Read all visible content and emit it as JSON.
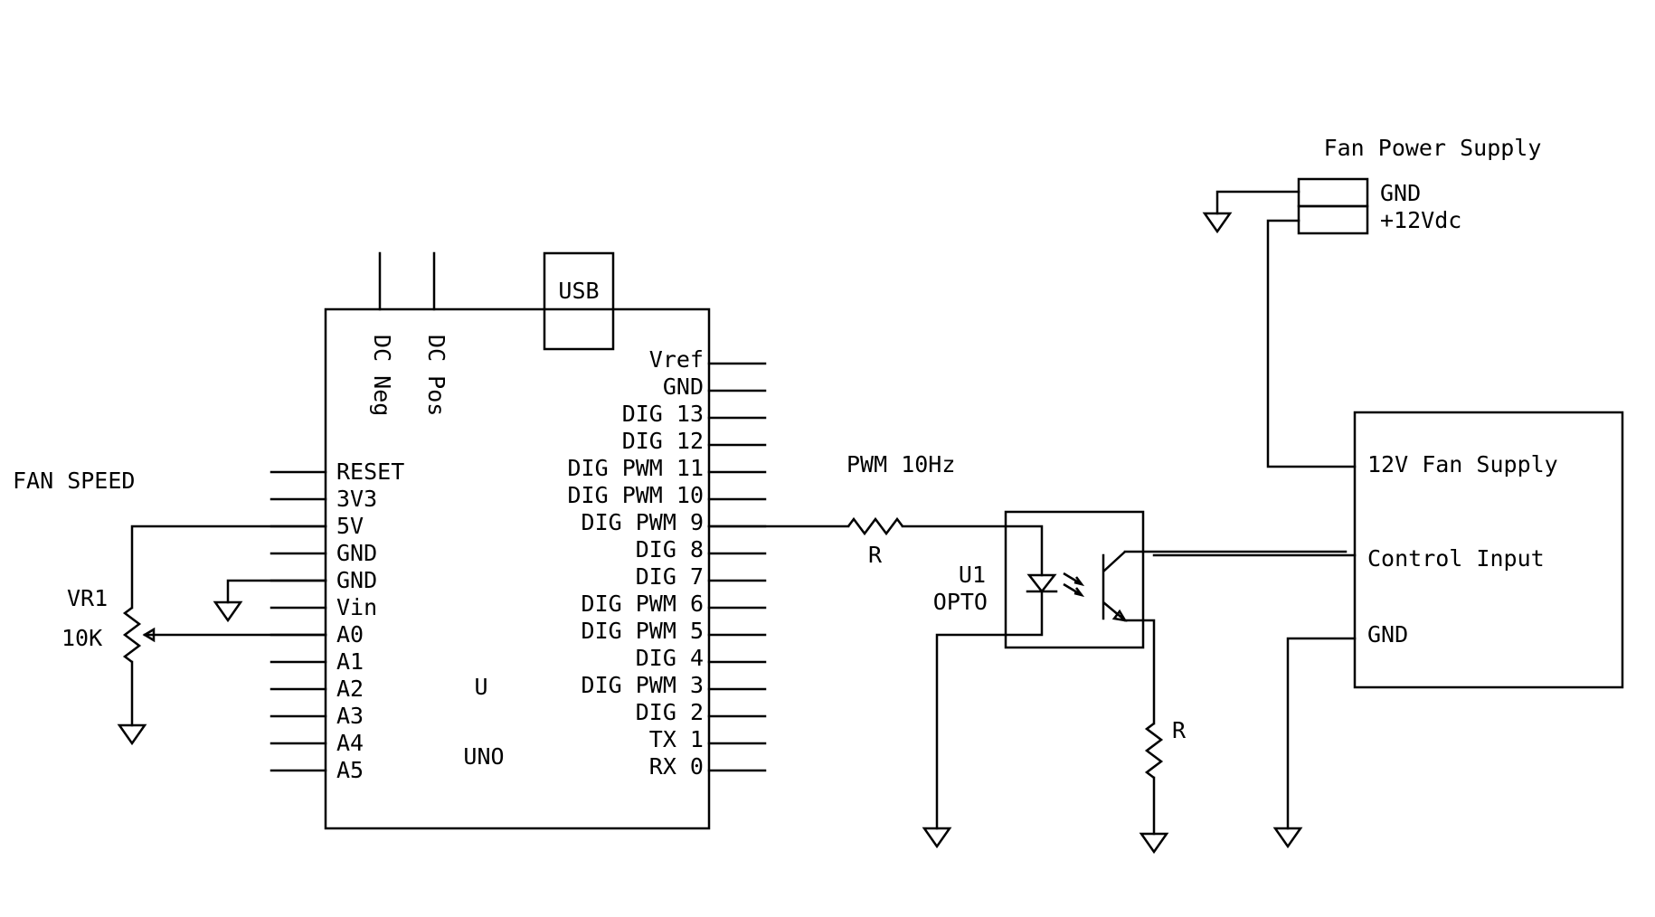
{
  "texts": {
    "fan_speed": "FAN SPEED",
    "vr1": "VR1",
    "vr1_value": "10K",
    "dc_neg": "DC Neg",
    "dc_pos": "DC Pos",
    "usb": "USB",
    "u_ref": "U",
    "u_model": "UNO",
    "pwm_freq": "PWM 10Hz",
    "r1": "R",
    "r2": "R",
    "u1": "U1",
    "opto": "OPTO",
    "fan_power_supply": "Fan Power Supply",
    "fps_gnd": "GND",
    "fps_12v": "+12Vdc",
    "fan_supply_12v": "12V Fan Supply",
    "control_input": "Control Input",
    "fan_gnd": "GND"
  },
  "left_pins": [
    "RESET",
    "3V3",
    "5V",
    "GND",
    "GND",
    "Vin",
    "A0",
    "A1",
    "A2",
    "A3",
    "A4",
    "A5"
  ],
  "right_pins": [
    "Vref",
    "GND",
    "DIG 13",
    "DIG 12",
    "DIG PWM 11",
    "DIG PWM 10",
    "DIG PWM 9",
    "DIG 8",
    "DIG 7",
    "DIG PWM 6",
    "DIG PWM 5",
    "DIG 4",
    "DIG PWM 3",
    "DIG 2",
    "TX 1",
    "RX 0"
  ]
}
